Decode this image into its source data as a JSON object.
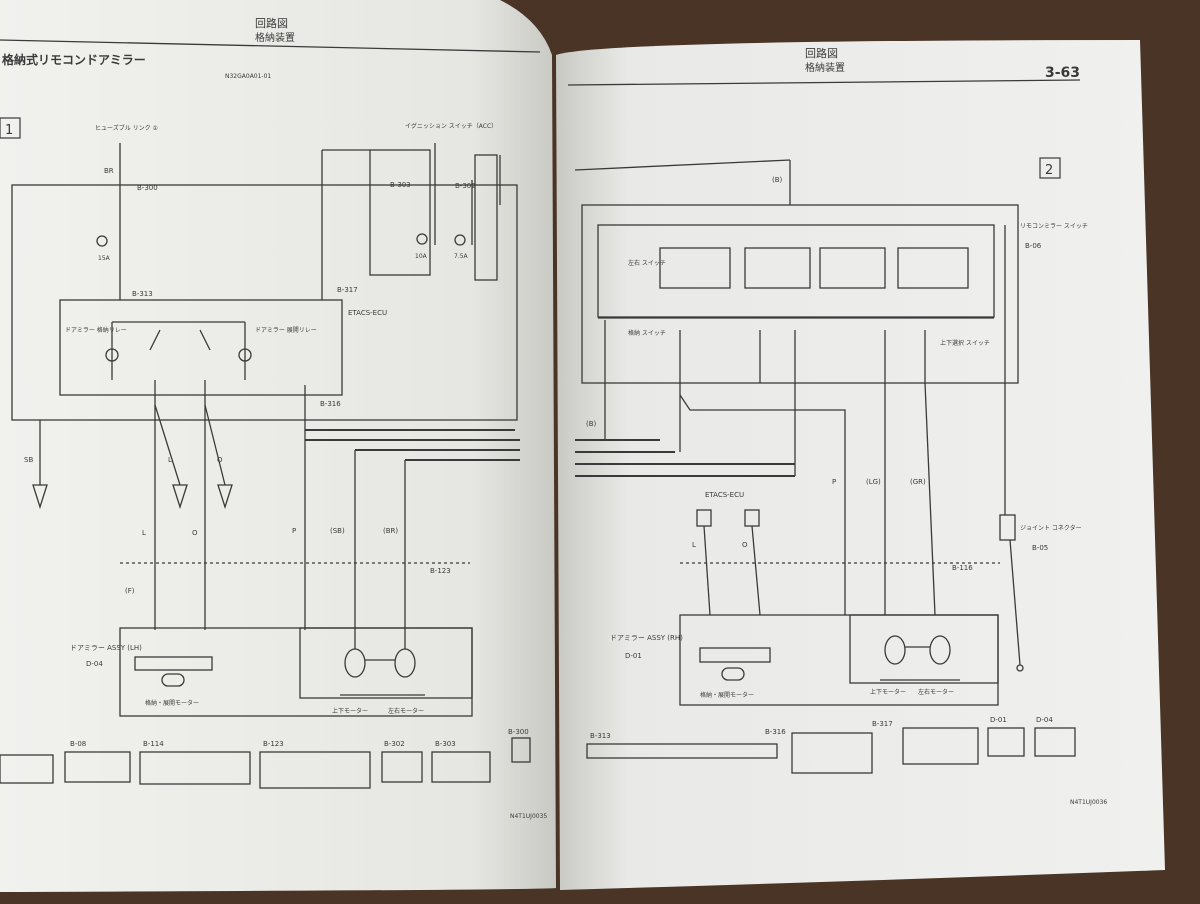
{
  "manual": {
    "left_page": {
      "header": {
        "title": "回路図",
        "subtitle": "格納装置"
      },
      "section_title": "格納式リモコンドアミラー",
      "doc_code": "N32GA0A01-01",
      "panel_number": "1",
      "footer_code": "N4T1UJ0035",
      "labels": {
        "fuse_source": "ヒューズブル リンク ①",
        "ign_switch": "イグニッション スイッチ（ACC）",
        "etacs": "ETACS-ECU",
        "relay_left": "ドアミラー 格納リレー",
        "relay_right": "ドアミラー 展開リレー",
        "mirror_assy": "ドアミラー ASSY (LH)",
        "mirror_conn": "D-04",
        "fold_motor": "格納・展開モーター",
        "updown_motor": "上下モーター",
        "lr_motor": "左右モーター",
        "fuse15": "15A",
        "fuse10": "10A",
        "fuse75": "7.5A",
        "conn_b300": "B-300",
        "conn_b303": "B-303",
        "conn_b302": "B-302",
        "conn_b313": "B-313",
        "conn_b317": "B-317",
        "conn_b316": "B-316",
        "conn_b123": "B-123",
        "conn_f": "(F)",
        "wire_br": "BR",
        "wire_sb": "SB",
        "wire_l": "L",
        "wire_o": "O",
        "wire_p": "P",
        "wire_sb2": "(SB)",
        "wire_br2": "(BR)"
      },
      "connectors": [
        "B-08",
        "B-114",
        "B-123",
        "B-302",
        "B-303",
        "B-300"
      ]
    },
    "right_page": {
      "header": {
        "title": "回路図",
        "subtitle": "格納装置"
      },
      "page_number": "3-63",
      "panel_number": "2",
      "footer_code": "N4T1UJ0036",
      "labels": {
        "switch_assy": "リモコンミラー スイッチ",
        "switch_conn": "B-06",
        "lr_switch": "左右 スイッチ",
        "fold_switch": "格納 スイッチ",
        "updown_switch": "上下選択 スイッチ",
        "etacs": "ETACS-ECU",
        "mirror_assy": "ドアミラー ASSY (RH)",
        "mirror_conn": "D-01",
        "fold_motor": "格納・展開モーター",
        "updown_motor": "上下モーター",
        "lr_motor": "左右モーター",
        "joint_conn": "ジョイント コネクター",
        "wire_b": "(B)",
        "wire_lg": "(LG)",
        "wire_gr": "(GR)",
        "conn_b116": "B-116",
        "conn_b05": "B-05",
        "wire_l": "L",
        "wire_o": "O",
        "wire_p": "P"
      },
      "connectors": [
        "B-313",
        "B-316",
        "B-317",
        "D-01",
        "D-04"
      ]
    }
  },
  "colors": {
    "background": "#4a3426",
    "paper_left": "#f1f1ee",
    "paper_right": "#eeefee",
    "ink": "#3a3a3a"
  }
}
